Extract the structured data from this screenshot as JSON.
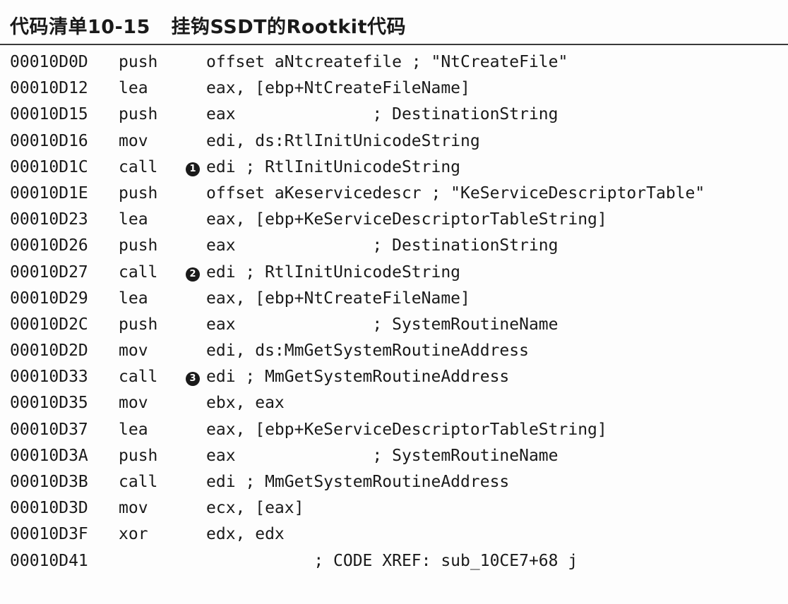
{
  "listing": {
    "caption": "代码清单10-15   挂钩SSDT的Rootkit代码",
    "lines": [
      {
        "addr": "00010D0D",
        "mn": "push",
        "op": "offset aNtcreatefile ; \"NtCreateFile\"",
        "marker": ""
      },
      {
        "addr": "00010D12",
        "mn": "lea",
        "op": "eax, [ebp+NtCreateFileName]",
        "marker": ""
      },
      {
        "addr": "00010D15",
        "mn": "push",
        "op": "eax              ; DestinationString",
        "marker": ""
      },
      {
        "addr": "00010D16",
        "mn": "mov",
        "op": "edi, ds:RtlInitUnicodeString",
        "marker": ""
      },
      {
        "addr": "00010D1C",
        "mn": "call",
        "op": "edi ; RtlInitUnicodeString",
        "marker": "1"
      },
      {
        "addr": "00010D1E",
        "mn": "push",
        "op": "offset aKeservicedescr ; \"KeServiceDescriptorTable\"",
        "marker": ""
      },
      {
        "addr": "00010D23",
        "mn": "lea",
        "op": "eax, [ebp+KeServiceDescriptorTableString]",
        "marker": ""
      },
      {
        "addr": "00010D26",
        "mn": "push",
        "op": "eax              ; DestinationString",
        "marker": ""
      },
      {
        "addr": "00010D27",
        "mn": "call",
        "op": "edi ; RtlInitUnicodeString",
        "marker": "2"
      },
      {
        "addr": "00010D29",
        "mn": "lea",
        "op": "eax, [ebp+NtCreateFileName]",
        "marker": ""
      },
      {
        "addr": "00010D2C",
        "mn": "push",
        "op": "eax              ; SystemRoutineName",
        "marker": ""
      },
      {
        "addr": "00010D2D",
        "mn": "mov",
        "op": "edi, ds:MmGetSystemRoutineAddress",
        "marker": ""
      },
      {
        "addr": "00010D33",
        "mn": "call",
        "op": "edi ; MmGetSystemRoutineAddress",
        "marker": "3"
      },
      {
        "addr": "00010D35",
        "mn": "mov",
        "op": "ebx, eax",
        "marker": ""
      },
      {
        "addr": "00010D37",
        "mn": "lea",
        "op": "eax, [ebp+KeServiceDescriptorTableString]",
        "marker": ""
      },
      {
        "addr": "00010D3A",
        "mn": "push",
        "op": "eax              ; SystemRoutineName",
        "marker": ""
      },
      {
        "addr": "00010D3B",
        "mn": "call",
        "op": "edi ; MmGetSystemRoutineAddress",
        "marker": ""
      },
      {
        "addr": "00010D3D",
        "mn": "mov",
        "op": "ecx, [eax]",
        "marker": ""
      },
      {
        "addr": "00010D3F",
        "mn": "xor",
        "op": "edx, edx",
        "marker": ""
      },
      {
        "addr": "00010D41",
        "mn": "",
        "op": "           ; CODE XREF: sub_10CE7+68 j",
        "marker": ""
      }
    ]
  }
}
